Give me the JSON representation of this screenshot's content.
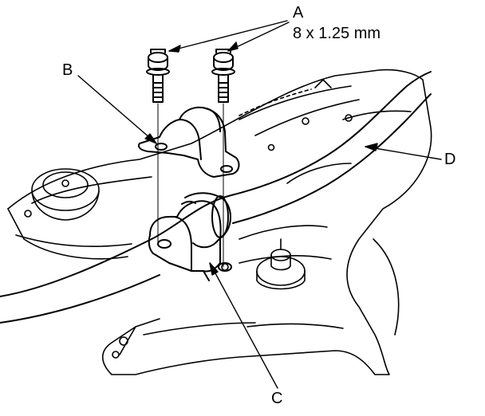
{
  "labels": {
    "a": "A",
    "a_spec": "8 x 1.25 mm",
    "b": "B",
    "c": "C",
    "d": "D"
  },
  "parts": {
    "bolts": "mounting-bolt",
    "bracket": "stabilizer-bracket",
    "bushing": "stabilizer-bushing",
    "bar": "stabilizer-bar",
    "subframe": "front-subframe"
  },
  "colors": {
    "ink": "#000000",
    "paper": "#ffffff"
  }
}
